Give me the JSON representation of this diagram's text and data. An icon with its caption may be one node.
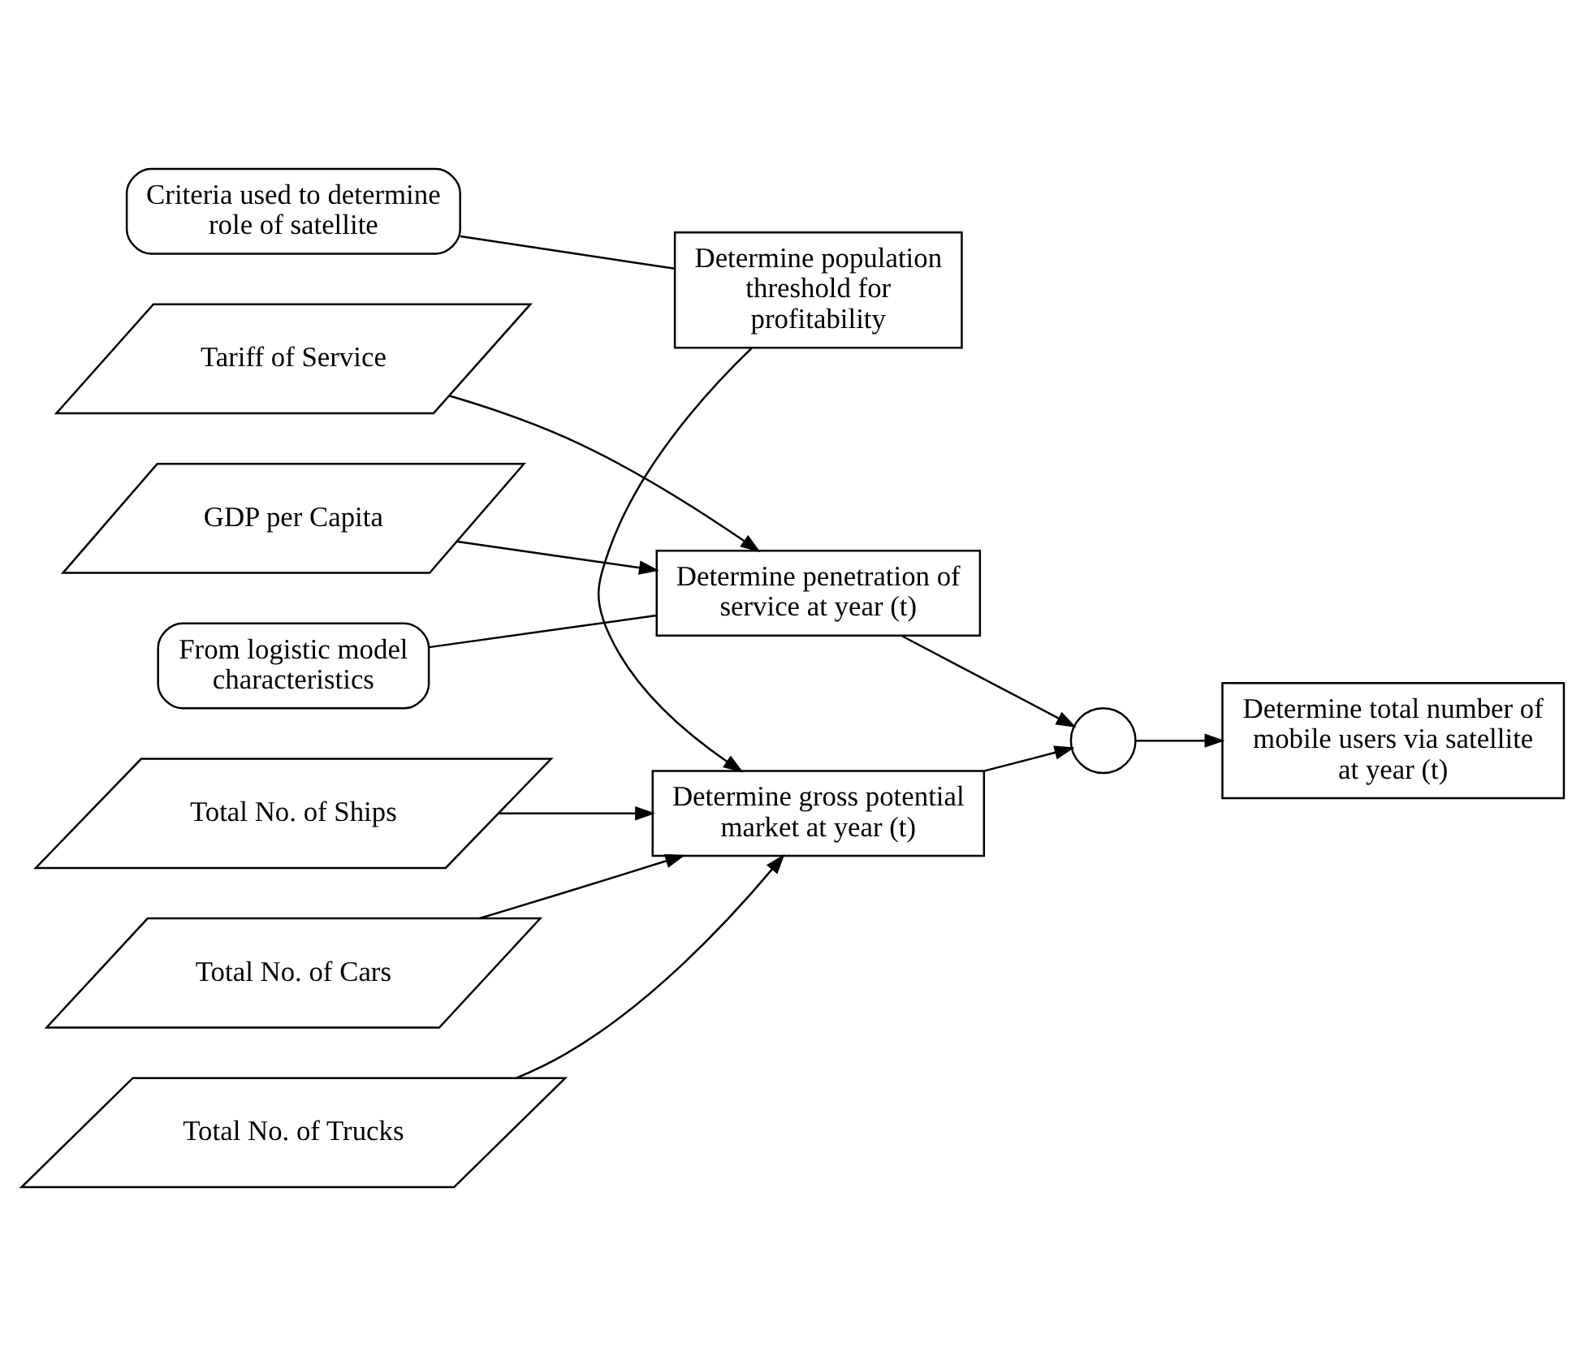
{
  "diagram": {
    "nodes": [
      {
        "text": [
          "Determine population threshold for profitability"
        ]
      },
      {
        "text": [
          "Criteria used to determine role of satellite"
        ]
      },
      {
        "text": [
          "Total No. of Ships"
        ]
      },
      {
        "text": [
          "Total No. of Cars"
        ]
      },
      {
        "text": [
          "Total No. of Trucks"
        ]
      },
      {
        "text": [
          "Determine gross potential market at year (t)"
        ]
      },
      {
        "text": [],
        "shape": "circle"
      },
      {
        "text": [
          "Determine total number of mobile users via satellite at year (t)"
        ]
      },
      {
        "text": [
          "Tariff of Service"
        ]
      },
      {
        "text": [
          "GDP per Capita"
        ]
      },
      {
        "text": [
          "Determine penetration of service at year (t)"
        ]
      },
      {
        "text": [
          "From logistic model characteristics"
        ]
      }
    ],
    "edges": [
      {
        "from": 1,
        "to": 0,
        "arrow": "none"
      },
      {
        "from": 0,
        "to": 5,
        "arrow": "to"
      },
      {
        "from": 2,
        "to": 5,
        "arrow": "to"
      },
      {
        "from": 3,
        "to": 5,
        "arrow": "to"
      },
      {
        "from": 4,
        "to": 5,
        "arrow": "to"
      },
      {
        "from": 5,
        "to": 6,
        "arrow": "to"
      },
      {
        "from": 6,
        "to": 7,
        "arrow": "to"
      },
      {
        "from": 8,
        "to": 10,
        "arrow": "to"
      },
      {
        "from": 9,
        "to": 10,
        "arrow": "to"
      },
      {
        "from": 10,
        "to": 6,
        "arrow": "to"
      },
      {
        "from": 11,
        "to": 10,
        "arrow": "none"
      }
    ]
  }
}
